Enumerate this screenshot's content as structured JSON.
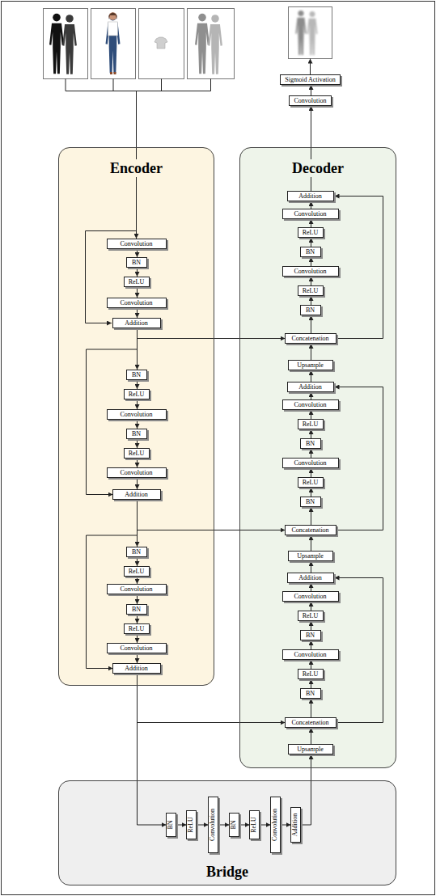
{
  "diagram": {
    "nodes": [
      {
        "text": [
          "Sigmoid Activation"
        ]
      },
      {
        "text": [
          "Convolution"
        ]
      },
      {
        "text": [
          "Encoder"
        ]
      },
      {
        "text": [
          "Convolution"
        ],
        "in": 2
      },
      {
        "text": [
          "BN"
        ],
        "in": 2
      },
      {
        "text": [
          "ReLU"
        ],
        "in": 2
      },
      {
        "text": [
          "Convolution"
        ],
        "in": 2
      },
      {
        "text": [
          "Addition"
        ],
        "in": 2
      },
      {
        "text": [
          "BN"
        ],
        "in": 2
      },
      {
        "text": [
          "ReLU"
        ],
        "in": 2
      },
      {
        "text": [
          "Convolution"
        ],
        "in": 2
      },
      {
        "text": [
          "BN"
        ],
        "in": 2
      },
      {
        "text": [
          "ReLU"
        ],
        "in": 2
      },
      {
        "text": [
          "Convolution"
        ],
        "in": 2
      },
      {
        "text": [
          "Addition"
        ],
        "in": 2
      },
      {
        "text": [
          "BN"
        ],
        "in": 2
      },
      {
        "text": [
          "ReLU"
        ],
        "in": 2
      },
      {
        "text": [
          "Convolution"
        ],
        "in": 2
      },
      {
        "text": [
          "BN"
        ],
        "in": 2
      },
      {
        "text": [
          "ReLU"
        ],
        "in": 2
      },
      {
        "text": [
          "Convolution"
        ],
        "in": 2
      },
      {
        "text": [
          "Addition"
        ],
        "in": 2
      },
      {
        "text": [
          "Decoder"
        ]
      },
      {
        "text": [
          "Addition"
        ],
        "in": 22
      },
      {
        "text": [
          "Convolution"
        ],
        "in": 22
      },
      {
        "text": [
          "ReLU"
        ],
        "in": 22
      },
      {
        "text": [
          "BN"
        ],
        "in": 22
      },
      {
        "text": [
          "Convolution"
        ],
        "in": 22
      },
      {
        "text": [
          "ReLU"
        ],
        "in": 22
      },
      {
        "text": [
          "BN"
        ],
        "in": 22
      },
      {
        "text": [
          "Concatenation"
        ],
        "in": 22
      },
      {
        "text": [
          "Upsample"
        ],
        "in": 22
      },
      {
        "text": [
          "Addition"
        ],
        "in": 22
      },
      {
        "text": [
          "Convolution"
        ],
        "in": 22
      },
      {
        "text": [
          "ReLU"
        ],
        "in": 22
      },
      {
        "text": [
          "BN"
        ],
        "in": 22
      },
      {
        "text": [
          "Convolution"
        ],
        "in": 22
      },
      {
        "text": [
          "ReLU"
        ],
        "in": 22
      },
      {
        "text": [
          "BN"
        ],
        "in": 22
      },
      {
        "text": [
          "Concatenation"
        ],
        "in": 22
      },
      {
        "text": [
          "Upsample"
        ],
        "in": 22
      },
      {
        "text": [
          "Addition"
        ],
        "in": 22
      },
      {
        "text": [
          "Convolution"
        ],
        "in": 22
      },
      {
        "text": [
          "ReLU"
        ],
        "in": 22
      },
      {
        "text": [
          "BN"
        ],
        "in": 22
      },
      {
        "text": [
          "Convolution"
        ],
        "in": 22
      },
      {
        "text": [
          "ReLU"
        ],
        "in": 22
      },
      {
        "text": [
          "BN"
        ],
        "in": 22
      },
      {
        "text": [
          "Concatenation"
        ],
        "in": 22
      },
      {
        "text": [
          "Upsample"
        ],
        "in": 22
      },
      {
        "text": [
          "Bridge"
        ]
      },
      {
        "text": [
          "BN"
        ],
        "in": 50
      },
      {
        "text": [
          "ReLU"
        ],
        "in": 50
      },
      {
        "text": [
          "Convolution"
        ],
        "in": 50
      },
      {
        "text": [
          "BN"
        ],
        "in": 50
      },
      {
        "text": [
          "ReLU"
        ],
        "in": 50
      },
      {
        "text": [
          "Convolution"
        ],
        "in": 50
      },
      {
        "text": [
          "Addition"
        ],
        "in": 50
      }
    ],
    "edges": [
      {
        "from": 1,
        "to": 0,
        "arrow": "to"
      },
      {
        "from": 23,
        "to": 1,
        "arrow": "to"
      },
      {
        "from": 3,
        "to": 4,
        "arrow": "to"
      },
      {
        "from": 4,
        "to": 5,
        "arrow": "to"
      },
      {
        "from": 5,
        "to": 6,
        "arrow": "to"
      },
      {
        "from": 6,
        "to": 7,
        "arrow": "to"
      },
      {
        "from": 7,
        "to": 8,
        "arrow": "to"
      },
      {
        "from": 8,
        "to": 9,
        "arrow": "to"
      },
      {
        "from": 9,
        "to": 10,
        "arrow": "to"
      },
      {
        "from": 10,
        "to": 11,
        "arrow": "to"
      },
      {
        "from": 11,
        "to": 12,
        "arrow": "to"
      },
      {
        "from": 12,
        "to": 13,
        "arrow": "to"
      },
      {
        "from": 13,
        "to": 14,
        "arrow": "to"
      },
      {
        "from": 14,
        "to": 15,
        "arrow": "to"
      },
      {
        "from": 15,
        "to": 16,
        "arrow": "to"
      },
      {
        "from": 16,
        "to": 17,
        "arrow": "to"
      },
      {
        "from": 17,
        "to": 18,
        "arrow": "to"
      },
      {
        "from": 18,
        "to": 19,
        "arrow": "to"
      },
      {
        "from": 19,
        "to": 20,
        "arrow": "to"
      },
      {
        "from": 20,
        "to": 21,
        "arrow": "to"
      },
      {
        "from": 7,
        "to": 14,
        "arrow": "to"
      },
      {
        "from": 14,
        "to": 21,
        "arrow": "to"
      },
      {
        "from": 7,
        "to": 30,
        "arrow": "to"
      },
      {
        "from": 14,
        "to": 39,
        "arrow": "to"
      },
      {
        "from": 21,
        "to": 48,
        "arrow": "to"
      },
      {
        "from": 21,
        "to": 51,
        "arrow": "to"
      },
      {
        "from": 51,
        "to": 52,
        "arrow": "to"
      },
      {
        "from": 52,
        "to": 53,
        "arrow": "to"
      },
      {
        "from": 53,
        "to": 54,
        "arrow": "to"
      },
      {
        "from": 54,
        "to": 55,
        "arrow": "to"
      },
      {
        "from": 55,
        "to": 56,
        "arrow": "to"
      },
      {
        "from": 56,
        "to": 57,
        "arrow": "to"
      },
      {
        "from": 57,
        "to": 49,
        "arrow": "to"
      },
      {
        "from": 49,
        "to": 48,
        "arrow": "to"
      },
      {
        "from": 48,
        "to": 47,
        "arrow": "to"
      },
      {
        "from": 47,
        "to": 46,
        "arrow": "to"
      },
      {
        "from": 46,
        "to": 45,
        "arrow": "to"
      },
      {
        "from": 45,
        "to": 44,
        "arrow": "to"
      },
      {
        "from": 44,
        "to": 43,
        "arrow": "to"
      },
      {
        "from": 43,
        "to": 42,
        "arrow": "to"
      },
      {
        "from": 42,
        "to": 41,
        "arrow": "to"
      },
      {
        "from": 41,
        "to": 40,
        "arrow": "to"
      },
      {
        "from": 40,
        "to": 39,
        "arrow": "to"
      },
      {
        "from": 39,
        "to": 38,
        "arrow": "to"
      },
      {
        "from": 38,
        "to": 37,
        "arrow": "to"
      },
      {
        "from": 37,
        "to": 36,
        "arrow": "to"
      },
      {
        "from": 36,
        "to": 35,
        "arrow": "to"
      },
      {
        "from": 35,
        "to": 34,
        "arrow": "to"
      },
      {
        "from": 34,
        "to": 33,
        "arrow": "to"
      },
      {
        "from": 33,
        "to": 32,
        "arrow": "to"
      },
      {
        "from": 32,
        "to": 31,
        "arrow": "to"
      },
      {
        "from": 31,
        "to": 30,
        "arrow": "to"
      },
      {
        "from": 30,
        "to": 29,
        "arrow": "to"
      },
      {
        "from": 29,
        "to": 28,
        "arrow": "to"
      },
      {
        "from": 28,
        "to": 27,
        "arrow": "to"
      },
      {
        "from": 27,
        "to": 26,
        "arrow": "to"
      },
      {
        "from": 26,
        "to": 25,
        "arrow": "to"
      },
      {
        "from": 25,
        "to": 24,
        "arrow": "to"
      },
      {
        "from": 24,
        "to": 23,
        "arrow": "to"
      },
      {
        "from": 48,
        "to": 41,
        "arrow": "to"
      },
      {
        "from": 39,
        "to": 32,
        "arrow": "to"
      },
      {
        "from": 30,
        "to": 23,
        "arrow": "to"
      }
    ]
  }
}
